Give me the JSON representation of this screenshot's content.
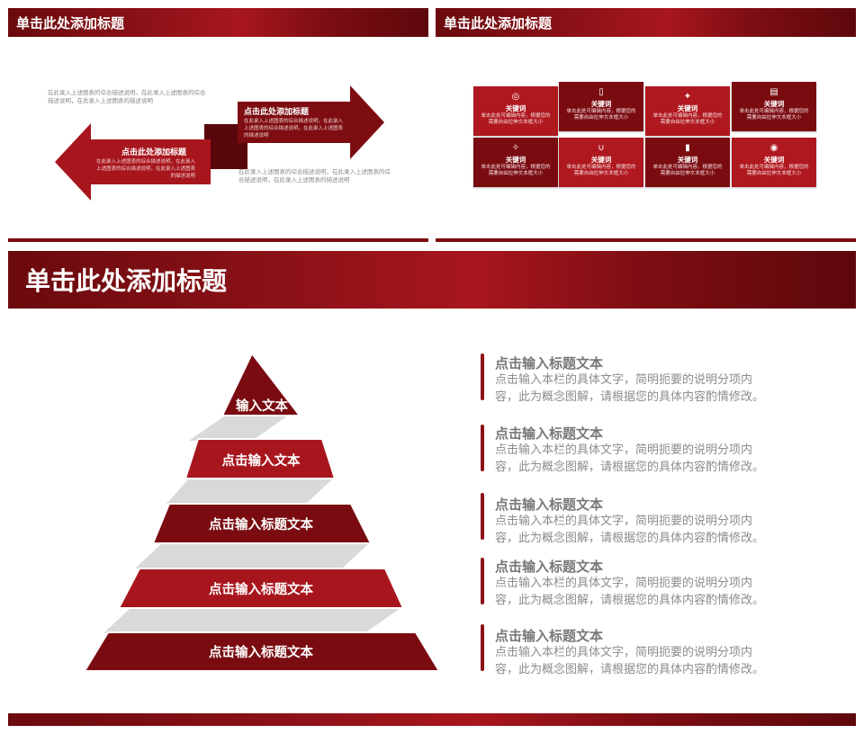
{
  "slide1": {
    "title": "单击此处添加标题",
    "intro_text": "在此录入上述图表的综合描述说明，在此录入上述图表的综合描述说明，在此录入上述图表的描述说明",
    "right_arrow": {
      "title": "点击此处添加标题",
      "desc": "在此录入上述图表的综合描述说明，在此录入上述图表的综合描述说明，在此录入上述图表的描述说明"
    },
    "left_arrow": {
      "title": "点击此处添加标题",
      "desc": "在此录入上述图表的综合描述说明，在此录入上述图表的综合描述说明，在此录入上述图表的描述说明"
    },
    "bottom_text": "在此录入上述图表的综合描述说明，在此录入上述图表的综合描述说明，在此录入上述图表的描述说明"
  },
  "slide2": {
    "title": "单击此处添加标题",
    "cards": [
      {
        "icon": "globe-icon",
        "glyph": "◎",
        "keyword": "关键词",
        "desc": "单击此处可编辑内容，根据您的需要自由拉伸文本框大小"
      },
      {
        "icon": "tablet-icon",
        "glyph": "▯",
        "keyword": "关键词",
        "desc": "单击此处可编辑内容，根据您的需要自由拉伸文本框大小"
      },
      {
        "icon": "gamepad-icon",
        "glyph": "✦",
        "keyword": "关键词",
        "desc": "单击此处可编辑内容，根据您的需要自由拉伸文本框大小"
      },
      {
        "icon": "document-icon",
        "glyph": "▤",
        "keyword": "关键词",
        "desc": "单击此处可编辑内容，根据您的需要自由拉伸文本框大小"
      },
      {
        "icon": "satellite-icon",
        "glyph": "✧",
        "keyword": "关键词",
        "desc": "单击此处可编辑内容，根据您的需要自由拉伸文本框大小"
      },
      {
        "icon": "magnet-icon",
        "glyph": "∪",
        "keyword": "关键词",
        "desc": "单击此处可编辑内容，根据您的需要自由拉伸文本框大小"
      },
      {
        "icon": "phone-icon",
        "glyph": "▮",
        "keyword": "关键词",
        "desc": "单击此处可编辑内容，根据您的需要自由拉伸文本框大小"
      },
      {
        "icon": "webcam-icon",
        "glyph": "◉",
        "keyword": "关键词",
        "desc": "单击此处可编辑内容，根据您的需要自由拉伸文本框大小"
      }
    ]
  },
  "slide3": {
    "title": "单击此处添加标题",
    "pyramid": [
      "输入文本",
      "点击输入文本",
      "点击输入标题文本",
      "点击输入标题文本",
      "点击输入标题文本"
    ],
    "items": [
      {
        "title": "点击输入标题文本",
        "desc": "点击输入本栏的具体文字，简明扼要的说明分项内容，此为概念图解，请根据您的具体内容酌情修改。"
      },
      {
        "title": "点击输入标题文本",
        "desc": "点击输入本栏的具体文字，简明扼要的说明分项内容，此为概念图解，请根据您的具体内容酌情修改。"
      },
      {
        "title": "点击输入标题文本",
        "desc": "点击输入本栏的具体文字，简明扼要的说明分项内容，此为概念图解，请根据您的具体内容酌情修改。"
      },
      {
        "title": "点击输入标题文本",
        "desc": "点击输入本栏的具体文字，简明扼要的说明分项内容，此为概念图解，请根据您的具体内容酌情修改。"
      },
      {
        "title": "点击输入标题文本",
        "desc": "点击输入本栏的具体文字，简明扼要的说明分项内容，此为概念图解，请根据您的具体内容酌情修改。"
      }
    ]
  },
  "colors": {
    "dark_red": "#6b0a0e",
    "red": "#a8161d",
    "mid_red": "#8e1218",
    "gray_text": "#8c8c8c"
  }
}
